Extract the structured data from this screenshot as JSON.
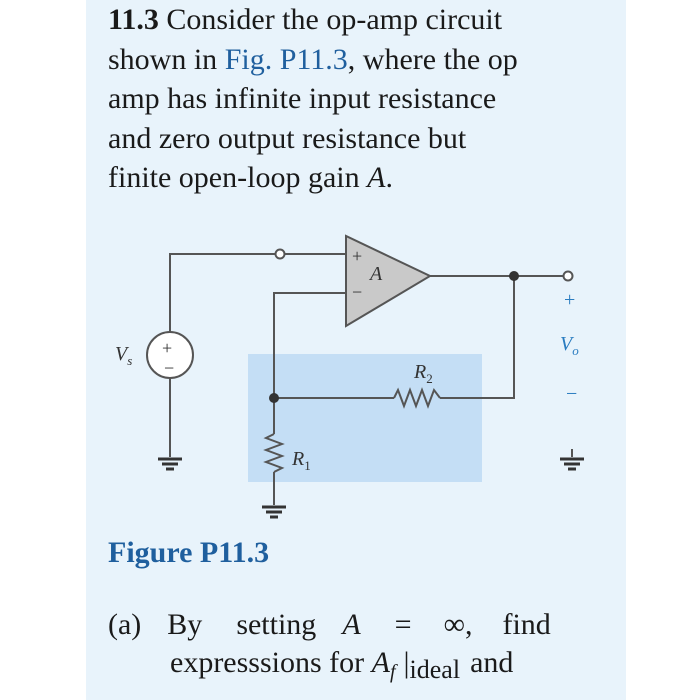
{
  "problem": {
    "number": "11.3",
    "line1_rest": "Consider the op-amp circuit",
    "line2_pre": "shown in ",
    "line2_ref": "Fig. P11.3",
    "line2_post": ", where the op",
    "line3": "amp has infinite input resistance",
    "line4": "and zero output resistance but",
    "line5_pre": "finite open-loop gain ",
    "line5_var": "A",
    "line5_post": "."
  },
  "circuit": {
    "opamp_label": "A",
    "opamp_plus": "+",
    "opamp_minus": "−",
    "source_label": "V",
    "source_sub": "s",
    "source_plus": "+",
    "source_minus": "−",
    "r1_label": "R",
    "r1_sub": "1",
    "r2_label": "R",
    "r2_sub": "2",
    "vo_label": "V",
    "vo_sub": "o",
    "vo_plus": "+",
    "vo_minus": "−"
  },
  "figure_caption": "Figure P11.3",
  "part_a": {
    "label": "(a)",
    "w1": "By",
    "w2": "setting",
    "var": "A",
    "eq": "=",
    "inf": "∞,",
    "find": "find",
    "line2_pre": "expresssions for ",
    "af": "A",
    "af_sub": "f",
    "bar": "|",
    "ideal": "ideal",
    "and": "and"
  },
  "colors": {
    "panel_bg": "#e8f3fb",
    "highlight_box": "#c4def5",
    "opamp_fill": "#c9c9c9",
    "wire": "#555555",
    "link_blue": "#1f5f9e"
  }
}
